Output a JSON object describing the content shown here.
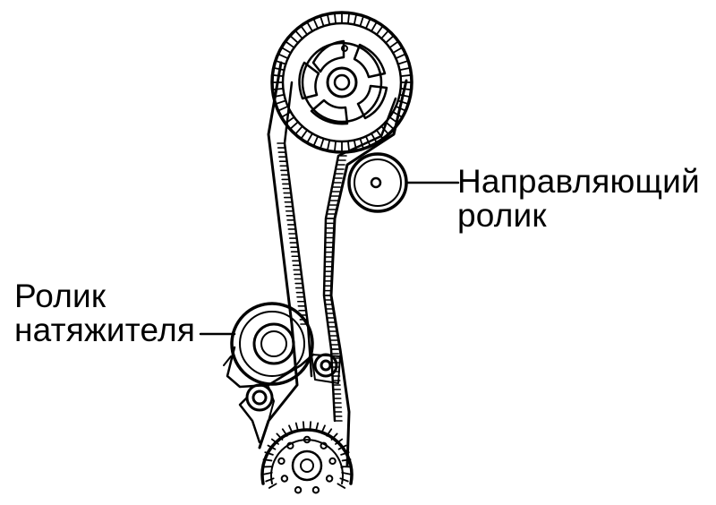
{
  "diagram": {
    "title": "",
    "labels": {
      "guide_roller": {
        "line1": "Направляющий",
        "line2": "ролик"
      },
      "tensioner_roller": {
        "line1": "Ролик",
        "line2": "натяжителя"
      }
    },
    "colors": {
      "ink": "#000000",
      "background": "#ffffff"
    }
  }
}
